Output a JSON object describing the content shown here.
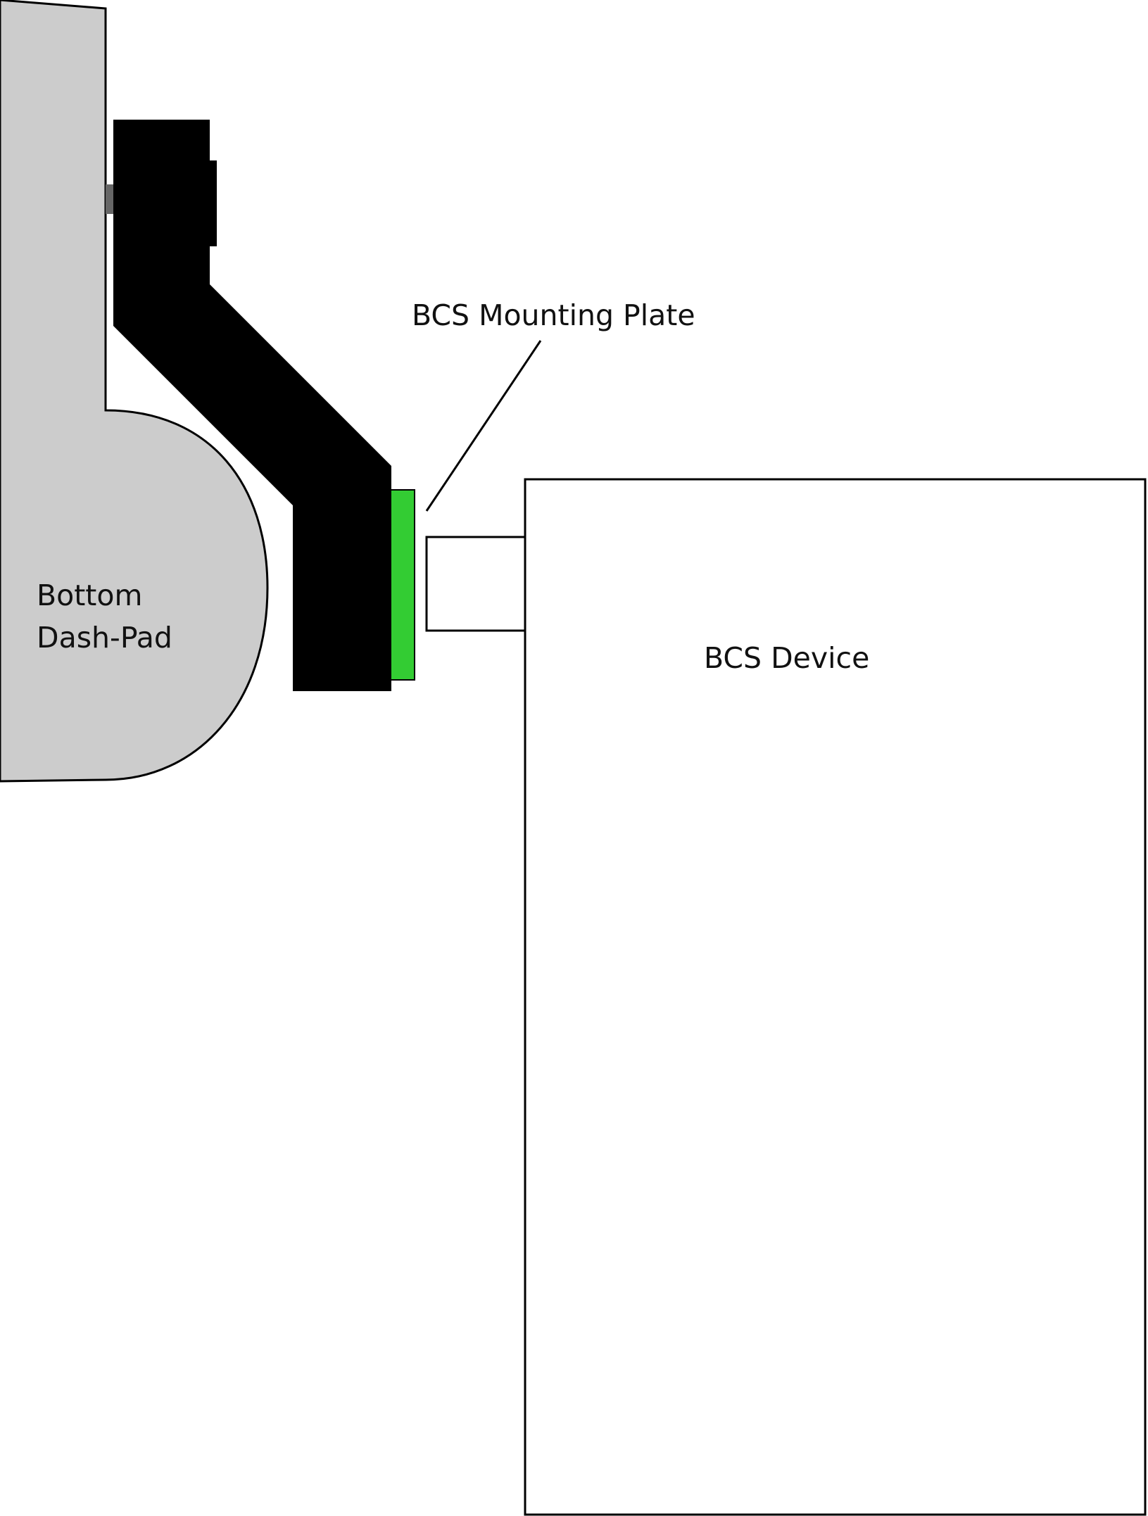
{
  "labels": {
    "dash_pad_line1": "Bottom",
    "dash_pad_line2": "Dash-Pad",
    "mounting_plate": "BCS Mounting Plate",
    "device": "BCS Device"
  },
  "colors": {
    "dash_pad_fill": "#cccccc",
    "bracket_fill": "#000000",
    "mounting_plate_fill": "#33cc33",
    "outline": "#000000",
    "device_fill": "#ffffff"
  }
}
